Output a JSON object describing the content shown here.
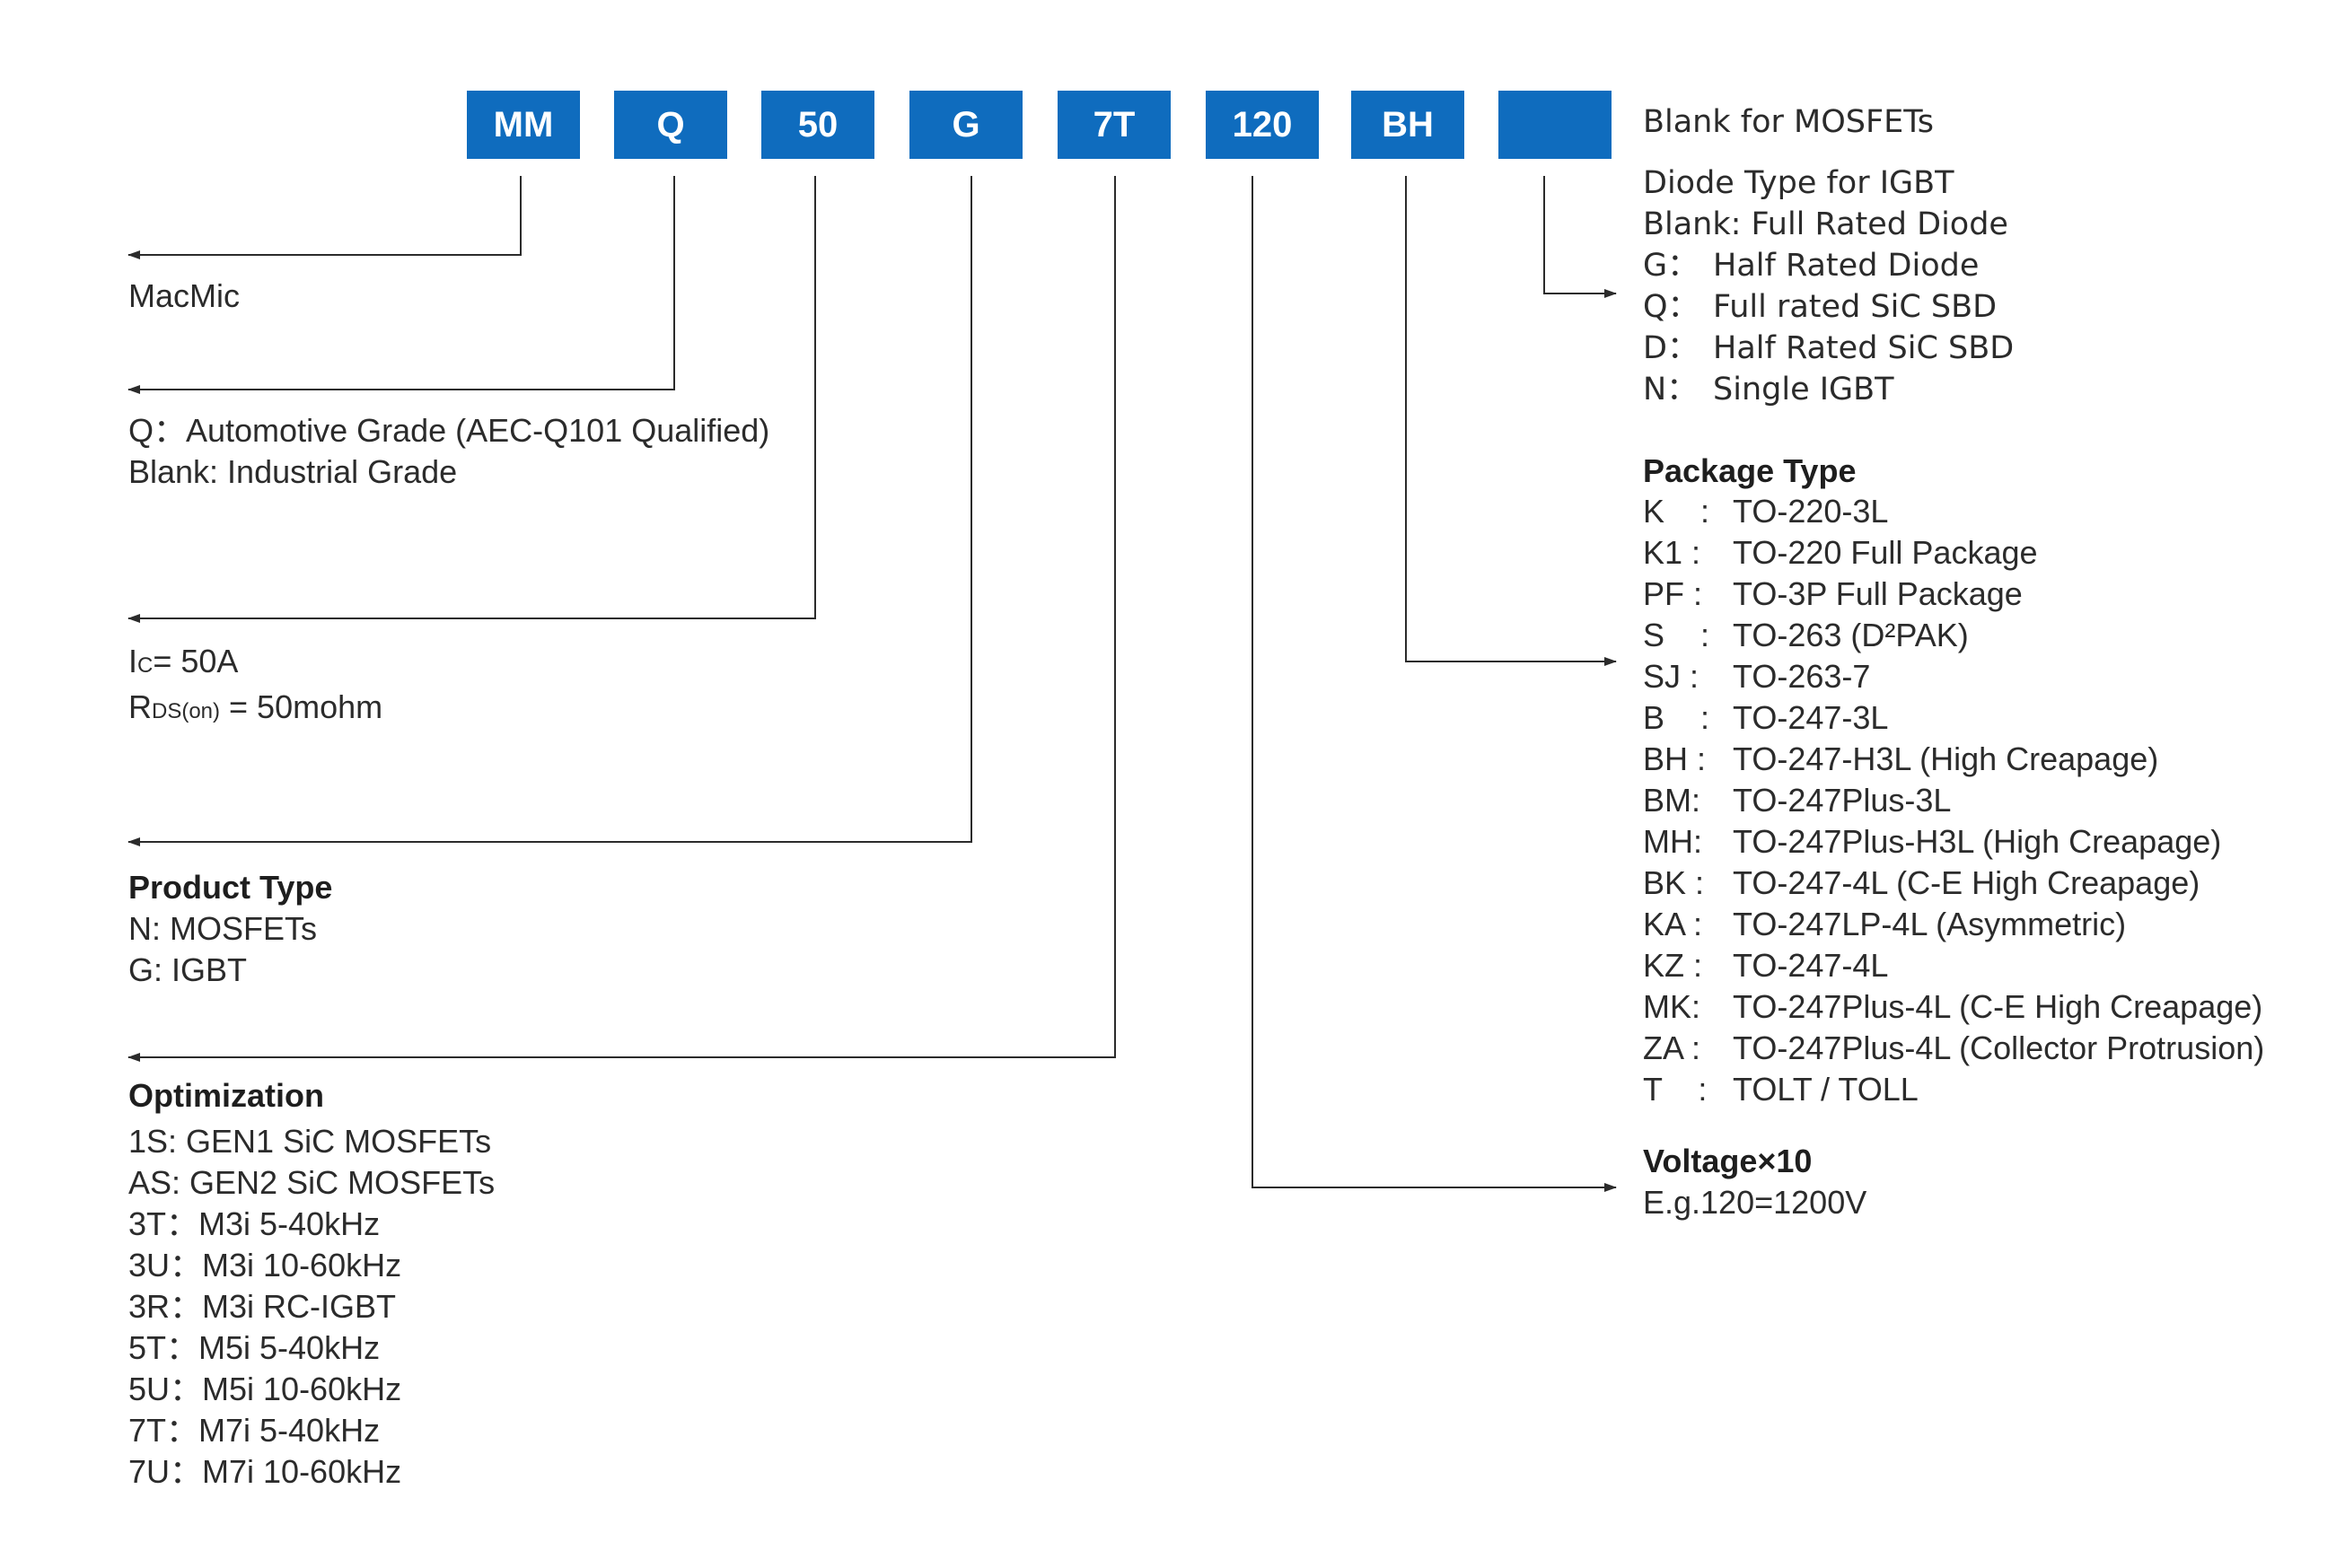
{
  "codes": [
    "MM",
    "Q",
    "50",
    "G",
    "7T",
    "120",
    "BH",
    ""
  ],
  "left": {
    "brand": "MacMic",
    "grade": [
      "Q：Automotive Grade (AEC-Q101 Qualified)",
      "Blank: Industrial Grade"
    ],
    "rating": {
      "ic_sym": "I",
      "ic_sub": "C",
      "ic_val": "= 50A",
      "rds_sym": "R",
      "rds_sub": "DS(on)",
      "rds_val": " = 50mohm"
    },
    "product": {
      "title": "Product Type",
      "items": [
        "N: MOSFETs",
        "G: IGBT"
      ]
    },
    "optimization": {
      "title": "Optimization",
      "items": [
        "1S:  GEN1 SiC MOSFETs",
        "AS:  GEN2 SiC MOSFETs",
        "3T：M3i 5-40kHz",
        "3U：M3i 10-60kHz",
        "3R：M3i RC-IGBT",
        "5T：M5i 5-40kHz",
        "5U：M5i 10-60kHz",
        "7T：M7i 5-40kHz",
        "7U：M7i 10-60kHz"
      ]
    }
  },
  "right": {
    "blank_note": "Blank for MOSFETs",
    "diode": [
      {
        "key": "",
        "val": "Diode Type for IGBT"
      },
      {
        "key": "",
        "val": "Blank: Full Rated Diode"
      },
      {
        "key": "G：",
        "val": "Half Rated Diode"
      },
      {
        "key": "Q：",
        "val": "Full rated SiC SBD"
      },
      {
        "key": "D：",
        "val": "Half Rated SiC SBD"
      },
      {
        "key": "N：",
        "val": "Single IGBT"
      }
    ],
    "package": {
      "title": "Package Type",
      "items": [
        {
          "key": "K    :",
          "val": "TO-220-3L"
        },
        {
          "key": "K1 :",
          "val": "TO-220 Full Package"
        },
        {
          "key": "PF :",
          "val": "TO-3P Full Package"
        },
        {
          "key": "S    :",
          "val": "TO-263 (D²PAK)"
        },
        {
          "key": "SJ :",
          "val": "TO-263-7"
        },
        {
          "key": "B    :",
          "val": "TO-247-3L"
        },
        {
          "key": "BH :",
          "val": "TO-247-H3L (High Creapage)"
        },
        {
          "key": "BM:",
          "val": "TO-247Plus-3L"
        },
        {
          "key": "MH:",
          "val": "TO-247Plus-H3L (High Creapage)"
        },
        {
          "key": "BK :",
          "val": "TO-247-4L (C-E High Creapage)"
        },
        {
          "key": "KA :",
          "val": "TO-247LP-4L (Asymmetric)"
        },
        {
          "key": "KZ :",
          "val": "TO-247-4L"
        },
        {
          "key": "MK:",
          "val": "TO-247Plus-4L (C-E High Creapage)"
        },
        {
          "key": "ZA :",
          "val": "TO-247Plus-4L (Collector Protrusion)"
        },
        {
          "key": "T    :",
          "val": "TOLT / TOLL"
        }
      ]
    },
    "voltage": {
      "title": "Voltage×10",
      "example": "E.g.120=1200V"
    }
  },
  "colors": {
    "box": "#0f6cbe",
    "line": "#2b2b2b",
    "text": "#2b2b2b"
  }
}
